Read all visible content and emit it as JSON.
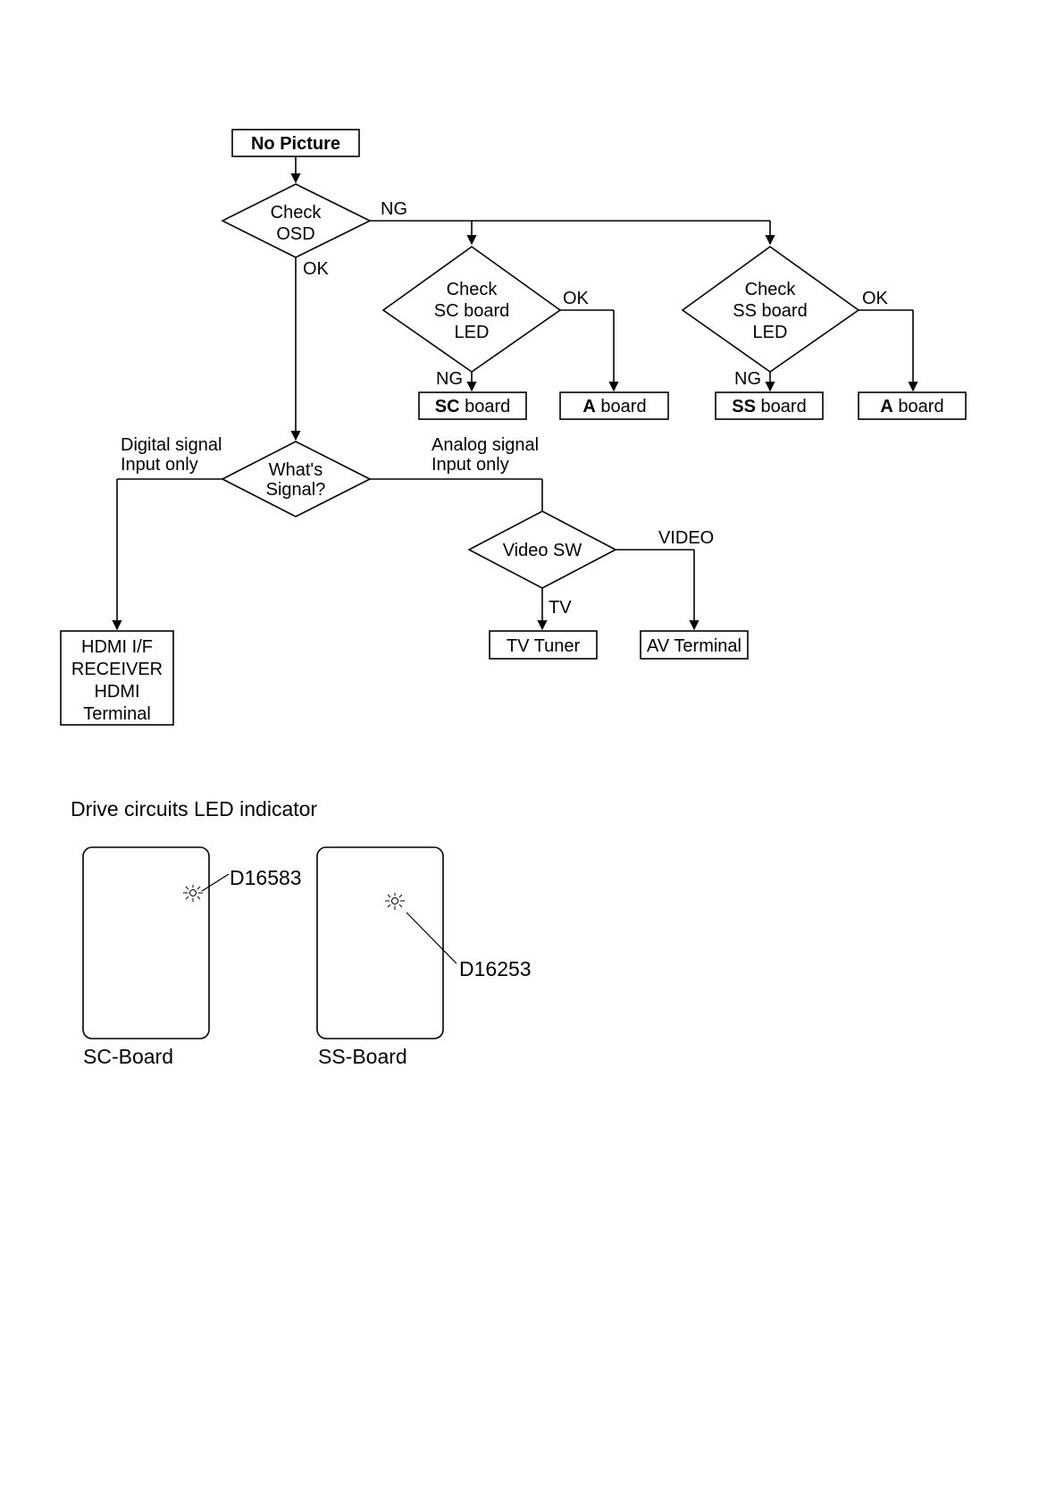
{
  "flowchart": {
    "start": "No Picture",
    "check_osd": [
      "Check",
      "OSD"
    ],
    "label_ng_top": "NG",
    "label_ok_osd": "OK",
    "check_sc": [
      "Check",
      "SC board",
      "LED"
    ],
    "check_ss": [
      "Check",
      "SS board",
      "LED"
    ],
    "sc_ok": "OK",
    "sc_ng": "NG",
    "ss_ok": "OK",
    "ss_ng": "NG",
    "sc_board": {
      "bold": "SC",
      "rest": " board"
    },
    "a_board_1": {
      "bold": "A",
      "rest": " board"
    },
    "ss_board": {
      "bold": "SS",
      "rest": " board"
    },
    "a_board_2": {
      "bold": "A",
      "rest": " board"
    },
    "whats_signal": [
      "What's",
      "Signal?"
    ],
    "digital_label": [
      "Digital signal",
      "Input only"
    ],
    "analog_label": [
      "Analog signal",
      "Input only"
    ],
    "video_sw": "Video SW",
    "video_label": "VIDEO",
    "tv_label": "TV",
    "tv_tuner": "TV Tuner",
    "av_terminal": "AV Terminal",
    "hdmi_box": [
      "HDMI I/F",
      "RECEIVER",
      "HDMI",
      "Terminal"
    ]
  },
  "led_section": {
    "title": "Drive circuits LED indicator",
    "sc_board_label": "SC-Board",
    "ss_board_label": "SS-Board",
    "sc_led": "D16583",
    "ss_led": "D16253"
  }
}
